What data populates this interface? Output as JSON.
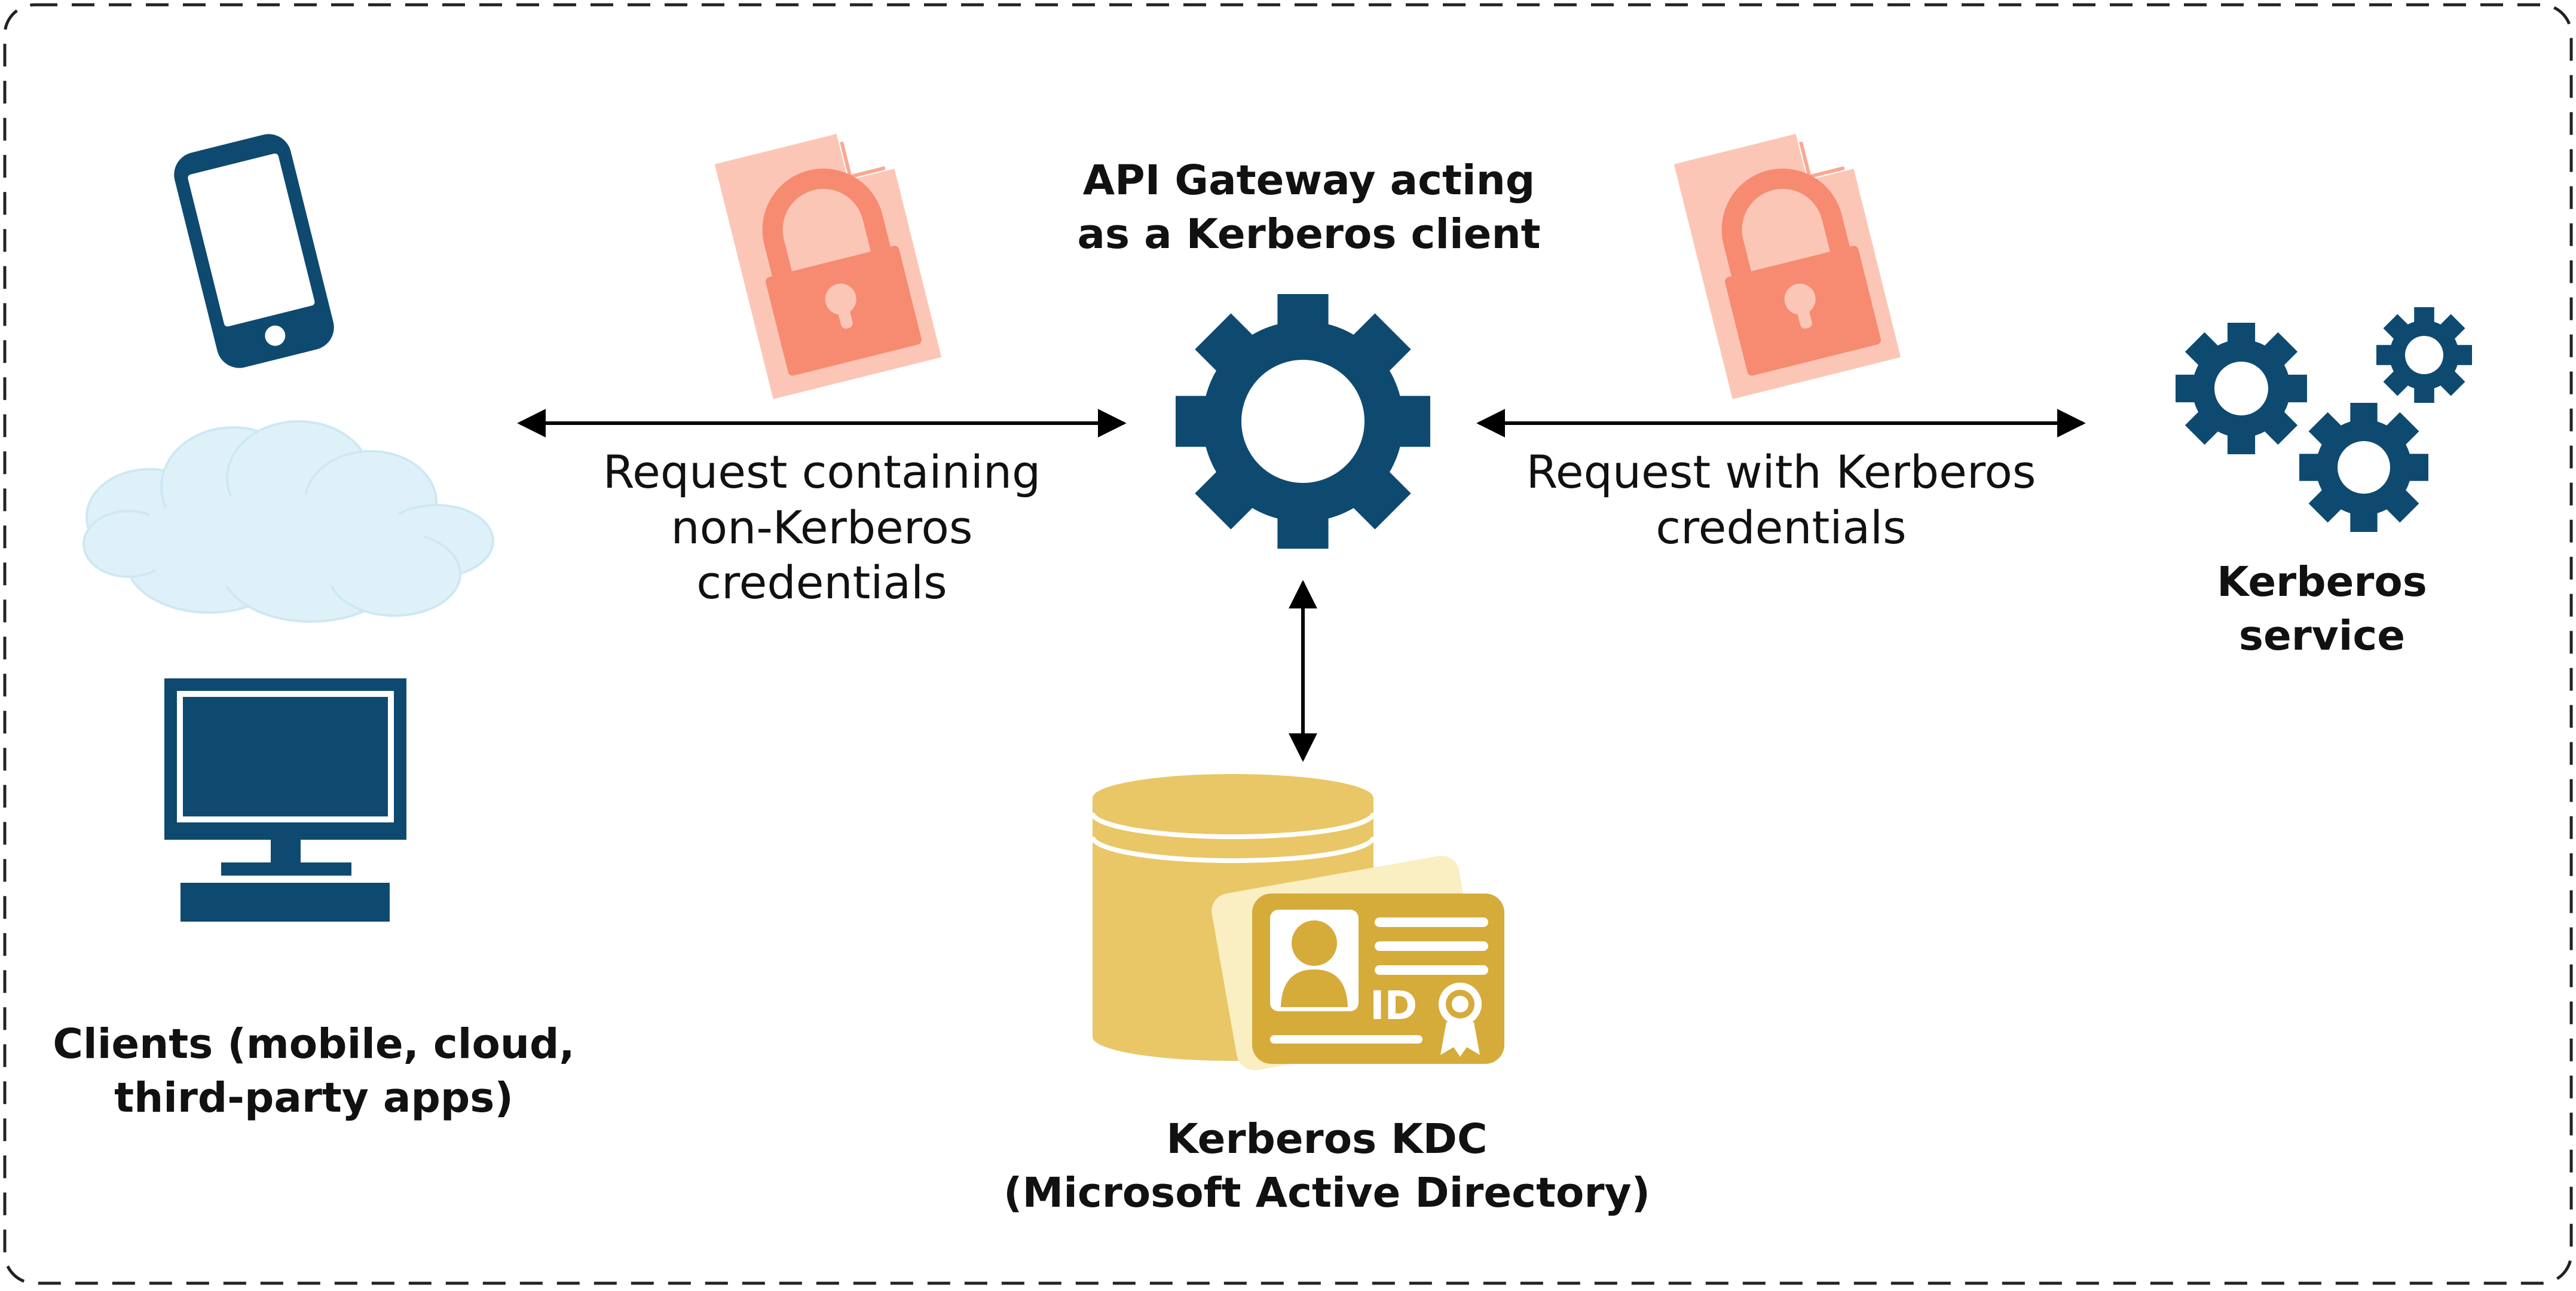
{
  "colors": {
    "navy": "#0e4a70",
    "doc_back": "#fcc6b7",
    "doc_lock": "#f68b72",
    "cloud": "#dff1f8",
    "gold": "#e9c766",
    "gold_dark": "#d5ab3a",
    "gold_light": "#faeec3",
    "border": "#222222"
  },
  "icons": {
    "mobile": "smartphone-icon",
    "cloud": "cloud-icon",
    "desktop": "desktop-monitor-icon",
    "encrypted_left": "locked-document-icon",
    "encrypted_right": "locked-document-icon",
    "gateway": "gear-icon",
    "service": "gears-cluster-icon",
    "database": "database-icon",
    "id_card": "id-card-icon"
  },
  "labels": {
    "gateway": [
      "API Gateway acting",
      "as a Kerberos client"
    ],
    "clients": [
      "Clients (mobile, cloud,",
      "third-party apps)"
    ],
    "service": [
      "Kerberos",
      "service"
    ],
    "kdc": [
      "Kerberos KDC",
      "(Microsoft Active Directory)"
    ],
    "request_left": [
      "Request containing",
      "non-Kerberos",
      "credentials"
    ],
    "request_right": [
      "Request with Kerberos",
      "credentials"
    ],
    "id_badge": "ID"
  }
}
